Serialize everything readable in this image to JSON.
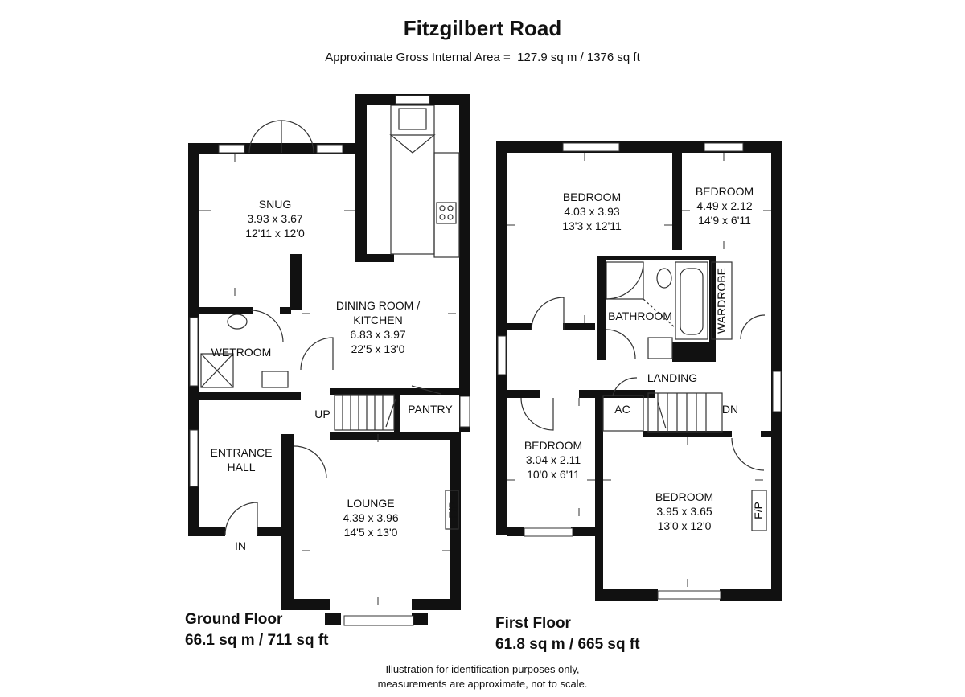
{
  "header": {
    "title": "Fitzgilbert Road",
    "area_label": "Approximate Gross Internal Area =",
    "area_value": "127.9 sq m / 1376 sq ft"
  },
  "ground_floor": {
    "label": "Ground Floor",
    "area": "66.1 sq m / 711 sq ft",
    "rooms": {
      "snug": {
        "name": "SNUG",
        "metric": "3.93 x 3.67",
        "imperial": "12'11 x 12'0"
      },
      "dining": {
        "name1": "DINING ROOM /",
        "name2": "KITCHEN",
        "metric": "6.83 x 3.97",
        "imperial": "22'5 x 13'0"
      },
      "wetroom": {
        "name": "WETROOM"
      },
      "hall": {
        "name1": "ENTRANCE",
        "name2": "HALL"
      },
      "lounge": {
        "name": "LOUNGE",
        "metric": "4.39 x 3.96",
        "imperial": "14'5 x 13'0"
      },
      "pantry": {
        "name": "PANTRY"
      }
    },
    "labels": {
      "up": "UP",
      "in": "IN",
      "fireplace": "F/P"
    }
  },
  "first_floor": {
    "label": "First Floor",
    "area": "61.8 sq m / 665 sq ft",
    "rooms": {
      "bedroom1": {
        "name": "BEDROOM",
        "metric": "4.03 x 3.93",
        "imperial": "13'3 x 12'11"
      },
      "bedroom2": {
        "name": "BEDROOM",
        "metric": "4.49 x 2.12",
        "imperial": "14'9 x 6'11"
      },
      "bathroom": {
        "name": "BATHROOM"
      },
      "wardrobe": {
        "name": "WARDROBE"
      },
      "landing": {
        "name": "LANDING"
      },
      "bedroom3": {
        "name": "BEDROOM",
        "metric": "3.04 x 2.11",
        "imperial": "10'0 x 6'11"
      },
      "bedroom4": {
        "name": "BEDROOM",
        "metric": "3.95 x 3.65",
        "imperial": "13'0 x 12'0"
      }
    },
    "labels": {
      "ac": "AC",
      "dn": "DN",
      "fireplace": "F/P"
    }
  },
  "footer": {
    "line1": "Illustration for identification purposes only,",
    "line2": "measurements are approximate, not to scale."
  },
  "colors": {
    "wall": "#111111",
    "line": "#333333",
    "window": "#ffffff"
  }
}
